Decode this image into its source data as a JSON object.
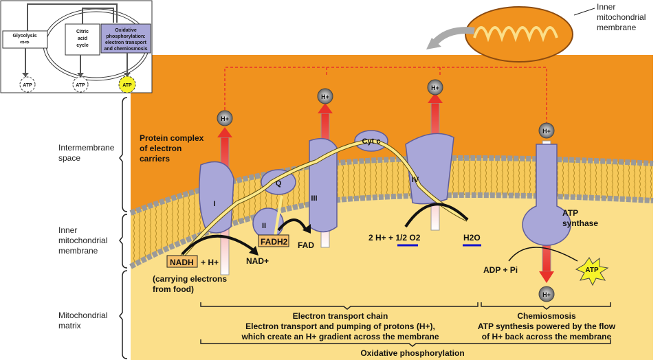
{
  "inset": {
    "glycolysis": "Glycolysis",
    "citric": [
      "Citric",
      "acid",
      "cycle"
    ],
    "oxphos": [
      "Oxidative",
      "phosphorylation:",
      "electron transport",
      "and chemiosmosis"
    ],
    "atp": "ATP"
  },
  "side_labels": {
    "intermembrane": [
      "Intermembrane",
      "space"
    ],
    "inner": [
      "Inner",
      "mitochondrial",
      "membrane"
    ],
    "matrix": [
      "Mitochondrial",
      "matrix"
    ]
  },
  "top_right": [
    "Inner",
    "mitochondrial",
    "membrane"
  ],
  "diagram": {
    "protein_complex": [
      "Protein complex",
      "of electron",
      "carriers"
    ],
    "complexes": {
      "I": "I",
      "II": "II",
      "III": "III",
      "IV": "IV",
      "Q": "Q",
      "cytc": "Cyt c"
    },
    "hplus": "H+",
    "nadh": "NADH",
    "nadh_plus": "+ H+",
    "nad": "NAD+",
    "carrying": [
      "(carrying electrons",
      "from food)"
    ],
    "fadh2": "FADH2",
    "fad": "FAD",
    "oxygen": "2 H+ + 1/2 O2",
    "water": "H2O",
    "atp_synthase": [
      "ATP",
      "synthase"
    ],
    "adp": "ADP + Pi",
    "atp": "ATP"
  },
  "bottom": {
    "etc": [
      "Electron transport chain",
      "Electron transport and pumping of protons (H+),",
      "which create an H+ gradient across the membrane"
    ],
    "chemi": [
      "Chemiosmosis",
      "ATP synthesis powered by the flow",
      "of H+ back across the membrane"
    ],
    "oxphos": "Oxidative phosphorylation"
  }
}
